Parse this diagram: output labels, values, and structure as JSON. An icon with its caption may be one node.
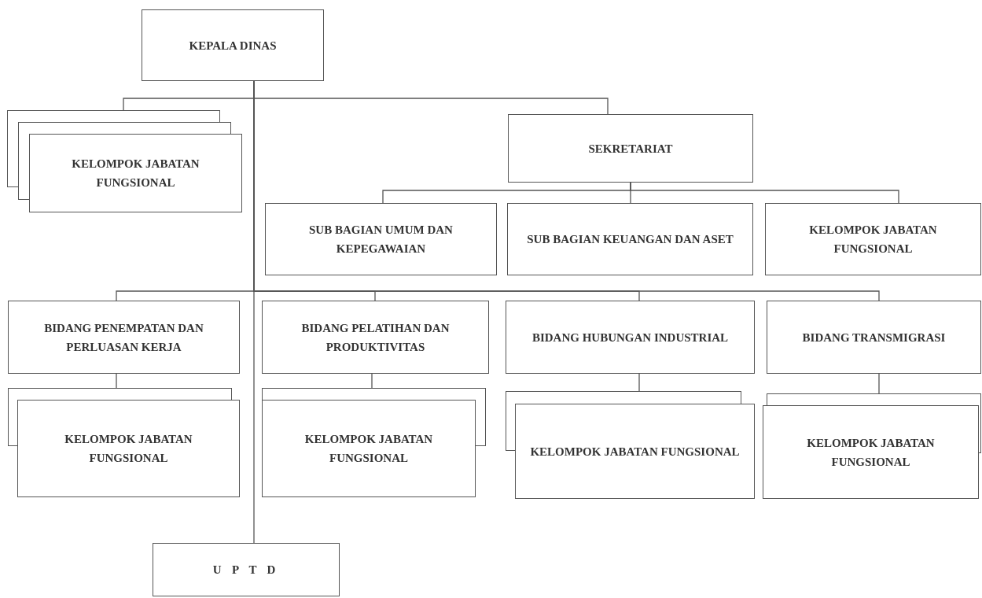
{
  "diagram": {
    "nodes": [
      {
        "text": [
          "KEPALA DINAS"
        ]
      },
      {
        "text": [
          "KELOMPOK JABATAN FUNGSIONAL"
        ]
      },
      {
        "text": [
          "SEKRETARIAT"
        ]
      },
      {
        "text": [
          "SUB BAGIAN UMUM DAN KEPEGAWAIAN"
        ]
      },
      {
        "text": [
          "SUB BAGIAN KEUANGAN DAN ASET"
        ]
      },
      {
        "text": [
          "KELOMPOK JABATAN FUNGSIONAL"
        ]
      },
      {
        "text": [
          "BIDANG PENEMPATAN DAN PERLUASAN KERJA"
        ]
      },
      {
        "text": [
          "BIDANG PELATIHAN DAN PRODUKTIVITAS"
        ]
      },
      {
        "text": [
          "BIDANG HUBUNGAN INDUSTRIAL"
        ]
      },
      {
        "text": [
          "BIDANG TRANSMIGRASI"
        ]
      },
      {
        "text": [
          "KELOMPOK JABATAN FUNGSIONAL"
        ]
      },
      {
        "text": [
          "KELOMPOK JABATAN FUNGSIONAL"
        ]
      },
      {
        "text": [
          "KELOMPOK JABATAN FUNGSIONAL"
        ]
      },
      {
        "text": [
          "KELOMPOK JABATAN FUNGSIONAL"
        ]
      },
      {
        "text": [
          "U P T D"
        ]
      }
    ],
    "edges": [
      {
        "from": 0,
        "to": 1,
        "arrow": "none"
      },
      {
        "from": 0,
        "to": 2,
        "arrow": "none"
      },
      {
        "from": 2,
        "to": 3,
        "arrow": "none"
      },
      {
        "from": 2,
        "to": 4,
        "arrow": "none"
      },
      {
        "from": 2,
        "to": 5,
        "arrow": "none"
      },
      {
        "from": 0,
        "to": 6,
        "arrow": "none"
      },
      {
        "from": 0,
        "to": 7,
        "arrow": "none"
      },
      {
        "from": 0,
        "to": 8,
        "arrow": "none"
      },
      {
        "from": 0,
        "to": 9,
        "arrow": "none"
      },
      {
        "from": 6,
        "to": 10,
        "arrow": "none"
      },
      {
        "from": 7,
        "to": 11,
        "arrow": "none"
      },
      {
        "from": 8,
        "to": 12,
        "arrow": "none"
      },
      {
        "from": 9,
        "to": 13,
        "arrow": "none"
      },
      {
        "from": 0,
        "to": 14,
        "arrow": "none"
      }
    ]
  }
}
